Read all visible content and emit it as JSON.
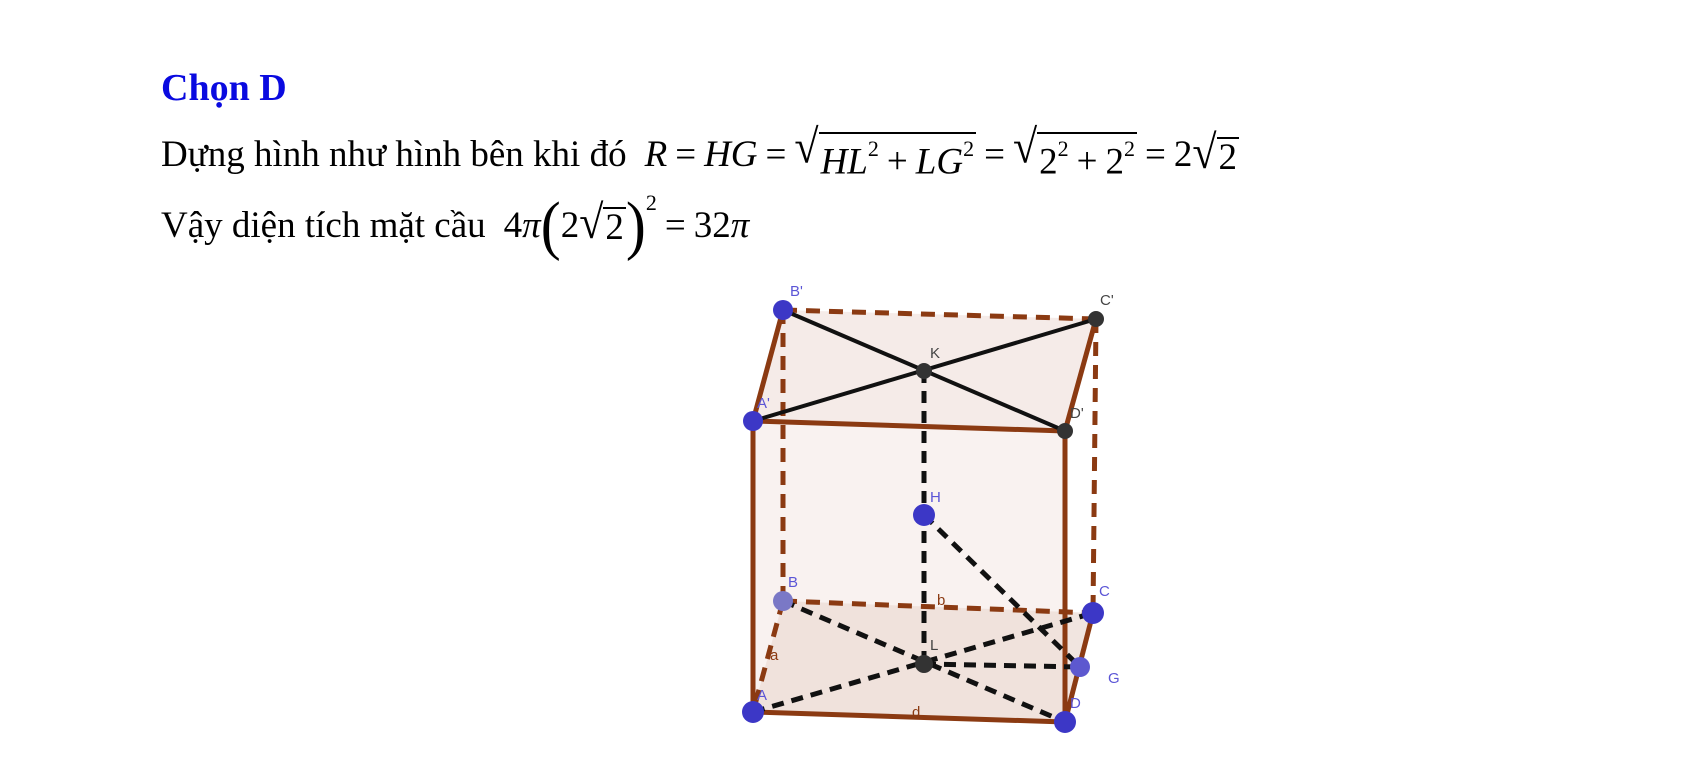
{
  "heading": "Chọn D",
  "line1": {
    "text": "Dựng hình như hình bên khi đó",
    "formula": {
      "R": "R",
      "eq": "=",
      "HG": "HG",
      "HL": "HL",
      "LG": "LG",
      "two": "2",
      "plus": "+",
      "result": "2"
    }
  },
  "line2": {
    "text": "Vậy diện tích mặt cầu",
    "formula": {
      "four": "4",
      "pi": "π",
      "two": "2",
      "exp": "2",
      "eq": "=",
      "result": "32"
    }
  },
  "figure": {
    "labels": [
      "B'",
      "C'",
      "K",
      "A'",
      "D'",
      "H",
      "B",
      "C",
      "b",
      "L",
      "G",
      "a",
      "A",
      "D",
      "d"
    ],
    "colors": {
      "edge": "#8b3a12",
      "face": "#f1e3df",
      "blue_point": "#3c37c6",
      "dark_point": "#333333",
      "label_blue": "#5b55d6",
      "dashed": "#111111"
    }
  }
}
